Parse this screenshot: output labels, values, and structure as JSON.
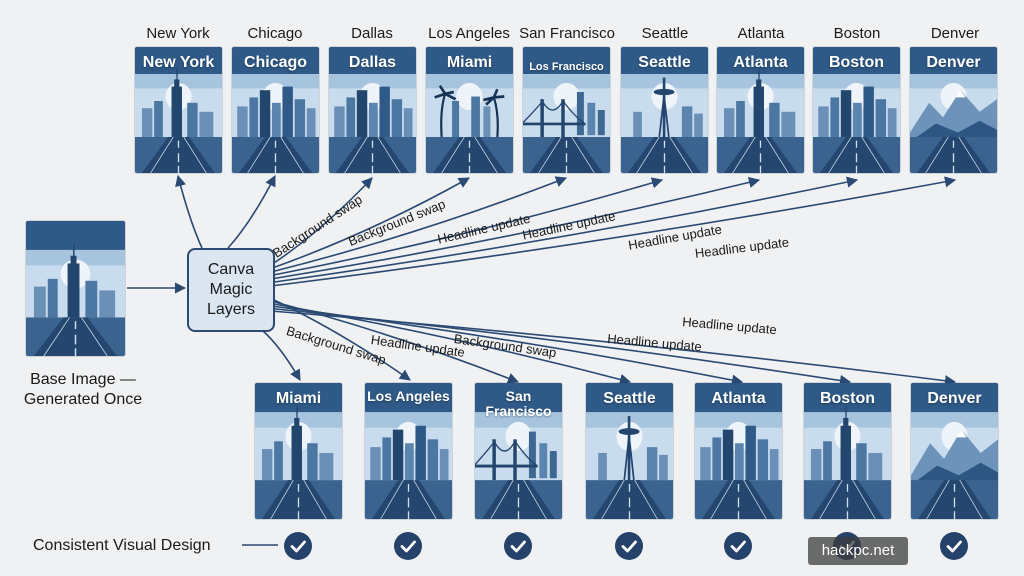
{
  "top_labels": [
    "New York",
    "Chicago",
    "Dallas",
    "Los Angeles",
    "San Francisco",
    "Seattle",
    "Atlanta",
    "Boston",
    "Denver"
  ],
  "top_cards": [
    {
      "title": "New York",
      "skyline": "tower"
    },
    {
      "title": "Chicago",
      "skyline": "city"
    },
    {
      "title": "Dallas",
      "skyline": "city"
    },
    {
      "title": "Miami",
      "skyline": "palms"
    },
    {
      "title": "Los Francisco",
      "skyline": "bridge"
    },
    {
      "title": "Seattle",
      "skyline": "needle"
    },
    {
      "title": "Atlanta",
      "skyline": "tower"
    },
    {
      "title": "Boston",
      "skyline": "city"
    },
    {
      "title": "Denver",
      "skyline": "mountains"
    }
  ],
  "bottom_cards": [
    {
      "title": "Miami",
      "skyline": "tower"
    },
    {
      "title": "Los Angeles",
      "skyline": "city"
    },
    {
      "title": "San Francisco",
      "skyline": "bridge"
    },
    {
      "title": "Seattle",
      "skyline": "needle"
    },
    {
      "title": "Atlanta",
      "skyline": "city"
    },
    {
      "title": "Boston",
      "skyline": "tower"
    },
    {
      "title": "Denver",
      "skyline": "mountains"
    }
  ],
  "hub": {
    "label": "Canva Magic Layers"
  },
  "base": {
    "caption": "Base Image — Generated Once"
  },
  "footer": {
    "caption": "Consistent Visual Design"
  },
  "edge_labels": {
    "top": [
      "Background swap",
      "Background swap",
      "Headline update",
      "Headline update",
      "Headline update",
      "Headline update"
    ],
    "bottom": [
      "Background swap",
      "Headline update",
      "Background swap",
      "Headline update",
      "Headline update"
    ]
  },
  "watermark": "hackpc.net",
  "colors": {
    "accent": "#25426b",
    "arrow": "#2a4a73",
    "sky": "#c8dbee",
    "card_dark": "#2a5079"
  }
}
